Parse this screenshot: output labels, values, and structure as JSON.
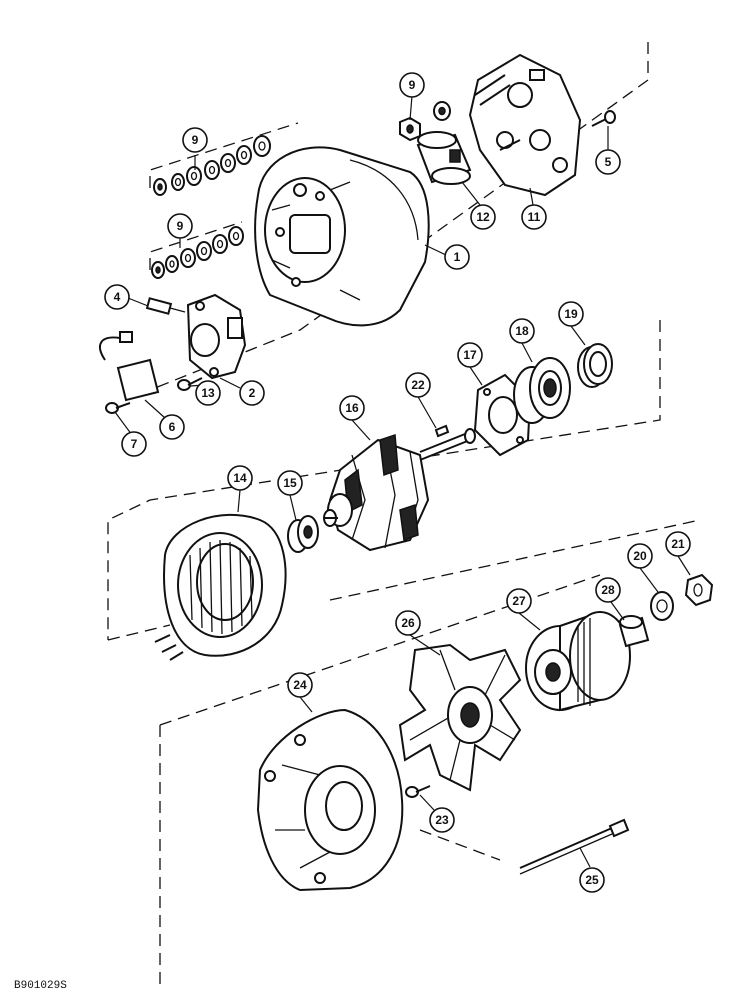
{
  "drawing_ref": "B901029S",
  "callouts": {
    "c1": "1",
    "c2": "2",
    "c4": "4",
    "c5": "5",
    "c6": "6",
    "c7": "7",
    "c9a": "9",
    "c9b": "9",
    "c9c": "9",
    "c11": "11",
    "c12": "12",
    "c13": "13",
    "c14": "14",
    "c15": "15",
    "c16": "16",
    "c17": "17",
    "c18": "18",
    "c19": "19",
    "c20": "20",
    "c21": "21",
    "c22": "22",
    "c23": "23",
    "c24": "24",
    "c25": "25",
    "c26": "26",
    "c27": "27",
    "c28": "28"
  }
}
